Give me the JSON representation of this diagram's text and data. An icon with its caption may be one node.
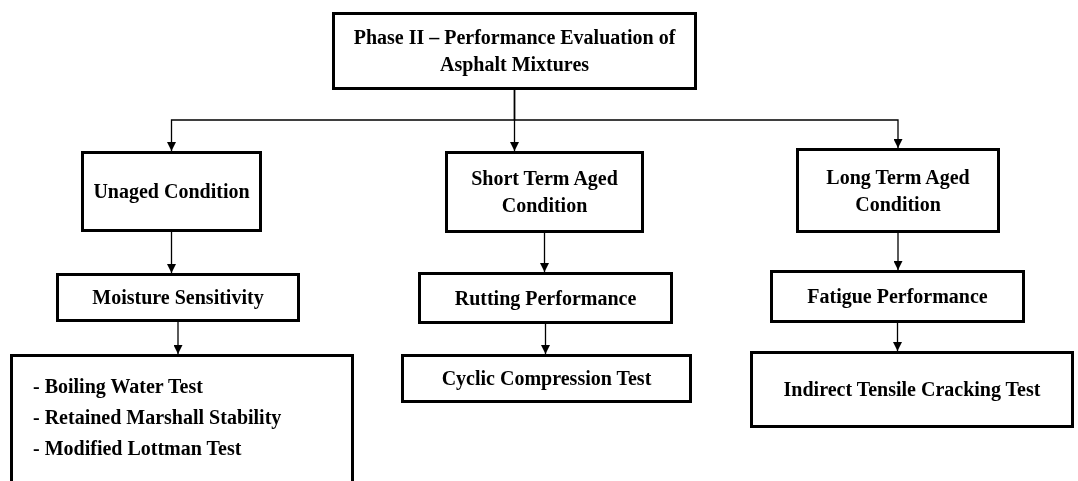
{
  "diagram": {
    "nodes": [
      {
        "text": [
          "Phase II – Performance Evaluation of Asphalt Mixtures"
        ]
      },
      {
        "text": [
          "Unaged Condition"
        ]
      },
      {
        "text": [
          "Short Term Aged Condition"
        ]
      },
      {
        "text": [
          "Long Term Aged Condition"
        ]
      },
      {
        "text": [
          "Moisture Sensitivity"
        ]
      },
      {
        "text": [
          "Rutting Performance"
        ]
      },
      {
        "text": [
          "Fatigue Performance"
        ]
      },
      {
        "text": [
          "- Boiling Water Test",
          "- Retained Marshall Stability",
          "- Modified Lottman Test"
        ]
      },
      {
        "text": [
          "Cyclic Compression Test"
        ]
      },
      {
        "text": [
          "Indirect Tensile Cracking Test"
        ]
      }
    ],
    "edges": [
      {
        "from": 0,
        "to": 1,
        "arrow": "to"
      },
      {
        "from": 0,
        "to": 2,
        "arrow": "to"
      },
      {
        "from": 0,
        "to": 3,
        "arrow": "to"
      },
      {
        "from": 1,
        "to": 4,
        "arrow": "to"
      },
      {
        "from": 2,
        "to": 5,
        "arrow": "to"
      },
      {
        "from": 3,
        "to": 6,
        "arrow": "to"
      },
      {
        "from": 4,
        "to": 7,
        "arrow": "to"
      },
      {
        "from": 5,
        "to": 8,
        "arrow": "to"
      },
      {
        "from": 6,
        "to": 9,
        "arrow": "to"
      }
    ]
  }
}
